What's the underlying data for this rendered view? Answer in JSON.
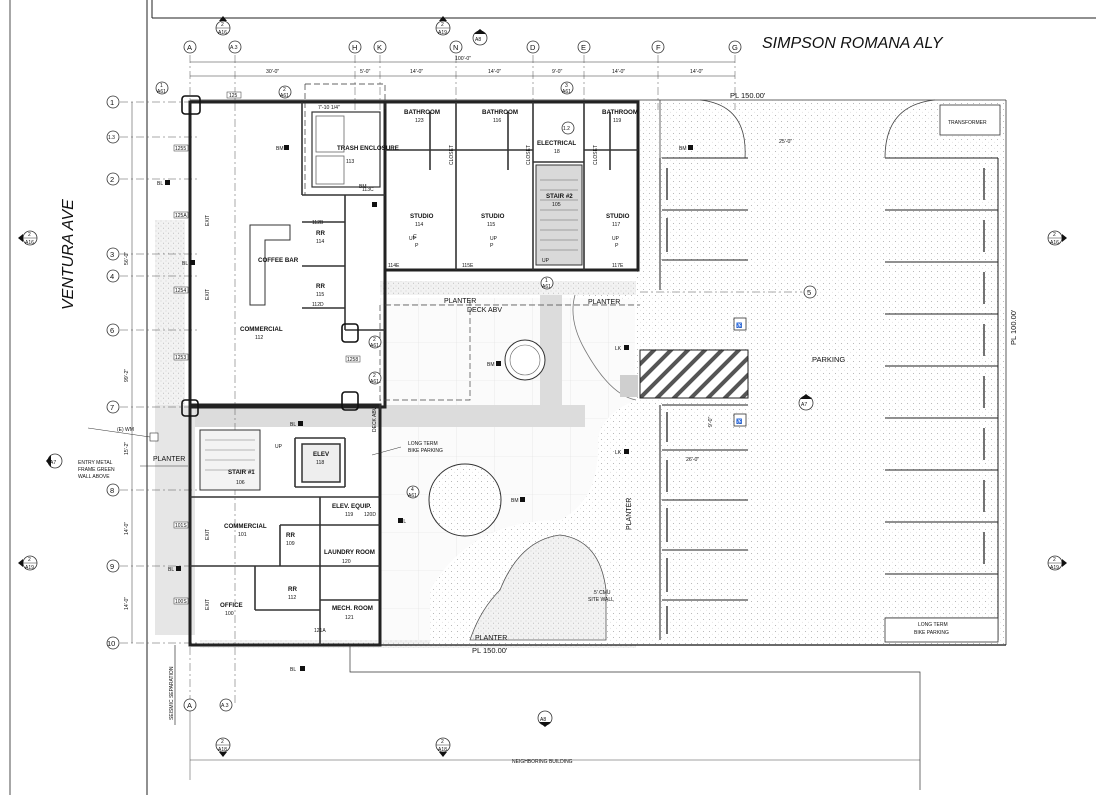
{
  "streets": {
    "top": "SIMPSON ROMANA ALY",
    "left": "VENTURA AVE"
  },
  "grid_columns": [
    "A",
    "A.3",
    "H",
    "K",
    "N",
    "D",
    "E",
    "F",
    "G"
  ],
  "grid_rows": [
    "1",
    "1.3",
    "2",
    "3",
    "4",
    "6",
    "7",
    "8",
    "9",
    "10"
  ],
  "grid_bubbles": {
    "row5": "5",
    "row12": "1.2"
  },
  "dimensions": {
    "top_overall": "100'-0\"",
    "top_30": "30'-0\"",
    "top_5": "5'-0\"",
    "top_14a": "14'-0\"",
    "top_14b": "14'-0\"",
    "top_9": "9'-0\"",
    "top_14c": "14'-0\"",
    "top_14d": "14'-0\"",
    "left_56": "56'-0\"",
    "left_99": "99'-2\"",
    "left_152": "15'-2\"",
    "left_14a": "14'-0\"",
    "left_14b": "14'-0\"",
    "pl_top": "PL  150.00'",
    "pl_bottom": "PL  150.00'",
    "pl_right": "PL  100.00'",
    "d25": "25'-0\"",
    "d26": "26'-0\"",
    "d9": "9'-0\"",
    "d7104": "7'-10 1/4\""
  },
  "rooms": {
    "trash": {
      "name": "TRASH ENCLOSURE",
      "num": "113"
    },
    "bath123": {
      "name": "BATHROOM",
      "num": "123"
    },
    "bath116": {
      "name": "BATHROOM",
      "num": "116"
    },
    "bath119": {
      "name": "BATHROOM",
      "num": "119"
    },
    "electrical": {
      "name": "ELECTRICAL",
      "num": "18"
    },
    "stair2": {
      "name": "STAIR #2",
      "num": "105"
    },
    "studio114": {
      "name": "STUDIO",
      "num": "114"
    },
    "studio115": {
      "name": "STUDIO",
      "num": "115"
    },
    "studio117": {
      "name": "STUDIO",
      "num": "117"
    },
    "rr114": {
      "name": "RR",
      "num": "114"
    },
    "rr115": {
      "name": "RR",
      "num": "115"
    },
    "coffee": {
      "name": "COFFEE BAR"
    },
    "commercial112": {
      "name": "COMMERCIAL",
      "num": "112"
    },
    "elev": {
      "name": "ELEV",
      "num": "118"
    },
    "stair1": {
      "name": "STAIR #1",
      "num": "106"
    },
    "commercial101": {
      "name": "COMMERCIAL",
      "num": "101"
    },
    "elevequip": {
      "name": "ELEV. EQUIP.",
      "num": "119"
    },
    "rr109": {
      "name": "RR",
      "num": "109"
    },
    "laundry": {
      "name": "LAUNDRY ROOM",
      "num": "120"
    },
    "rr112": {
      "name": "RR",
      "num": "112"
    },
    "office": {
      "name": "OFFICE",
      "num": "100"
    },
    "mech": {
      "name": "MECH. ROOM",
      "num": "121"
    }
  },
  "labels": {
    "closet": "CLOSET",
    "up": "UP",
    "exit": "EXIT",
    "planter": "PLANTER",
    "deck_abv": "DECK ABV",
    "deck_abv_v": "DECK ABV",
    "parking": "PARKING",
    "transformer": "TRANSFORMER",
    "long_term_bike_1": "LONG TERM",
    "long_term_bike_2": "BIKE PARKING",
    "long_term_bike_3": "LONG TERM",
    "long_term_bike_4": "BIKE PARKING",
    "cmu_1": "5' CMU",
    "cmu_2": "SITE WALL",
    "wm": "(E) WM",
    "entry_1": "ENTRY METAL",
    "entry_2": "FRAME GREEN",
    "entry_3": "WALL ABOVE",
    "seismic": "SEISMIC SEPARATION",
    "neighboring": "NEIGHBORING BUILDING",
    "c": "C",
    "p": "P"
  },
  "section_marks": {
    "num": "2",
    "sheet_a16": "A16",
    "sheet_a19": "A19",
    "sheet_a18": "A18",
    "sheet_a7": "A7",
    "sheet_a8": "A8",
    "sheet_a61": "A61",
    "n1": "1",
    "n3": "3",
    "n4": "4"
  },
  "tags": {
    "t125": "125",
    "t1255": "1255",
    "t125a": "125A",
    "t1254": "1254",
    "t1253": "1253",
    "t1258": "1258",
    "t101s": "101S",
    "t100s": "100S",
    "t112b": "112B",
    "t112d": "112D",
    "t113c": "113C",
    "t114e": "114E",
    "t115e": "115E",
    "t117e": "117E",
    "t121a": "121A",
    "t120d": "120D",
    "bl": "BL",
    "bm": "BM",
    "lk": "LK"
  }
}
